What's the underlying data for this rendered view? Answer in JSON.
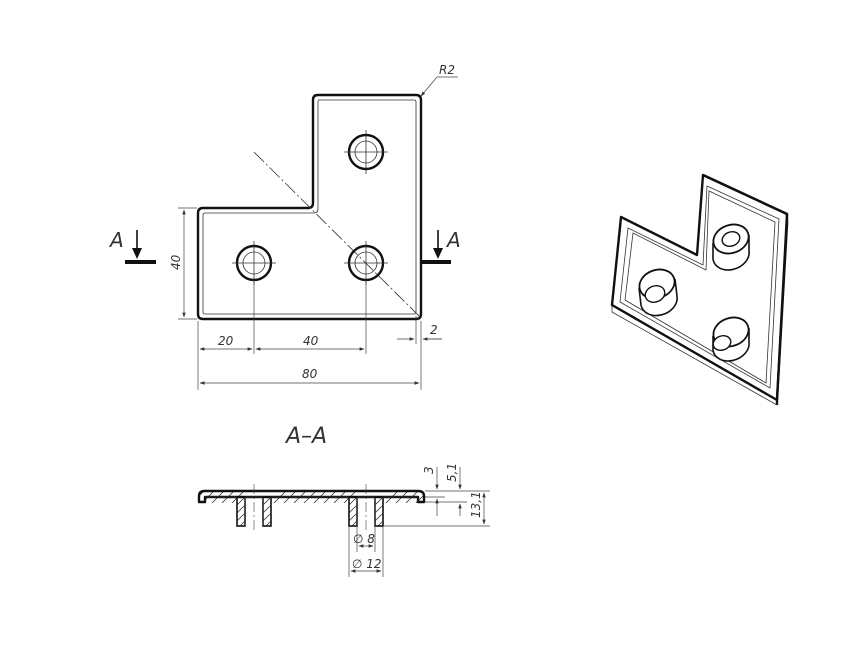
{
  "front_view": {
    "radius_label": "R2",
    "section_marker_left": "A",
    "section_marker_right": "A",
    "dim_height": "40",
    "dim_hole_offset": "20",
    "dim_hole_spacing": "40",
    "dim_total_width": "80",
    "dim_wall": "2"
  },
  "section_view": {
    "title": "A–A",
    "dim_plate": "3",
    "dim_rim": "5,1",
    "dim_total_height": "13,1",
    "dim_inner_diameter": "∅ 8",
    "dim_outer_diameter": "∅ 12"
  }
}
